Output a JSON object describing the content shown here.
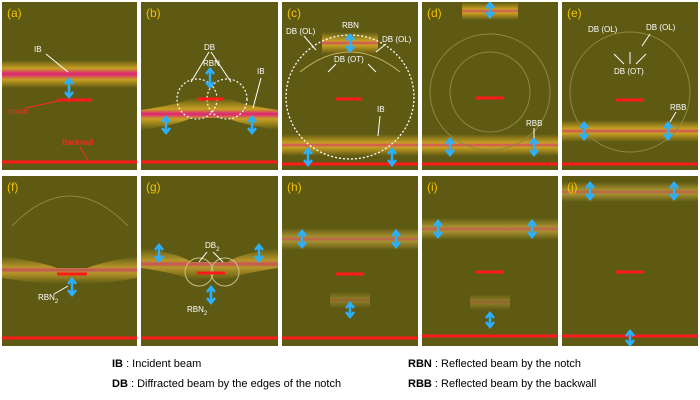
{
  "panels": {
    "a": {
      "label": "(a)",
      "ib": "IB",
      "notch": "notch",
      "backwall": "Backwall"
    },
    "b": {
      "label": "(b)",
      "db": "DB",
      "rbn": "RBN",
      "ib": "IB"
    },
    "c": {
      "label": "(c)",
      "db_ol_left": "DB (OL)",
      "rbn": "RBN",
      "db_ol_right": "DB (OL)",
      "db_ot": "DB (OT)",
      "ib": "IB"
    },
    "d": {
      "label": "(d)",
      "rbb": "RBB"
    },
    "e": {
      "label": "(e)",
      "db_ol_left": "DB (OL)",
      "db_ol_right": "DB (OL)",
      "db_ot": "DB (OT)",
      "rbb": "RBB"
    },
    "f": {
      "label": "(f)",
      "rbn2": "RBN",
      "rbn2_sub": "2"
    },
    "g": {
      "label": "(g)",
      "db2": "DB",
      "db2_sub": "2",
      "rbn2": "RBN",
      "rbn2_sub": "2"
    },
    "h": {
      "label": "(h)"
    },
    "i": {
      "label": "(i)"
    },
    "j": {
      "label": "(j)"
    }
  },
  "legend": {
    "ib_abbr": "IB",
    "ib_text": ": Incident beam",
    "db_abbr": "DB",
    "db_text": ": Diffracted beam by the edges of the notch",
    "rbn_abbr": "RBN",
    "rbn_text": ": Reflected beam by the notch",
    "rbb_abbr": "RBB",
    "rbb_text": ": Reflected beam by the backwall"
  },
  "colors": {
    "background": "#5e5a13",
    "label": "#f3c100",
    "notch": "#ff1a1a",
    "arrow": "#2ab0ff",
    "beam_core": "#e0207a"
  }
}
